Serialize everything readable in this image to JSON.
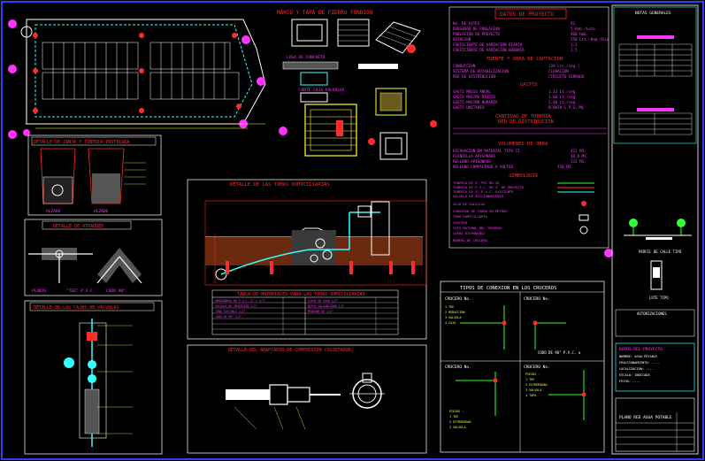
{
  "colors": {
    "background": "#000000",
    "frame": "#2f3cff",
    "title_red": "#ff2a2a",
    "magenta": "#ff33ff",
    "green": "#33ff33",
    "cyan": "#33ffff",
    "yellow": "#ffff33",
    "white": "#ffffff",
    "brown": "#8b3a14"
  },
  "titles": {
    "marco_tapa": "MARCO Y TAPA DE FIERRO FUNDIDO",
    "datos_proyecto": "DATOS DE PROYECTO",
    "fuente_captacion": "FUENTE Y OBRA DE CAPTACION",
    "gastos": "GASTOS",
    "cantidad_tuberia": "CANTIDAD DE TUBERIA",
    "red_distribucion": "RED DE DISTRIBUCION",
    "volumenes_obra": "VOLUMENES DE OBRA",
    "simbologia": "SIMBOLOGIA",
    "zanja": "DETALLE DE ZANJA Y TUBERIA INSTALADA",
    "atraques": "DETALLE DE ATRAQUES",
    "cajas_valvulas": "DETALLE DE LAS CAJAS DE VALVULAS",
    "tomas_domiciliarias": "DETALLE DE LAS TOMAS DOMICILIARIAS",
    "tabla_materiales": "TABLA DE MATERIALES PARA LAS TOMAS DOMICILIARIAS",
    "adaptador": "DETALLE DEL ADAPTADOR DE COMPRESION (SUJETADOR)",
    "tipos_conexion": "TIPOS DE CONEXION EN LOS CRUCEROS",
    "notas_generales": "NOTAS GENERALES",
    "datos_del_proyecto": "DATOS DEL PROYECTO",
    "plano": "PLANO RED AGUA POTABLE",
    "corte_caja": "CORTE CAJA VALVULAS",
    "losa_concreto": "LOSA DE CONCRETO",
    "perfil_calle": "PERFIL DE CALLE TIPO",
    "lote_tipo": "LOTE TIPO",
    "autorizaciones": "AUTORIZACIONES"
  },
  "labels": {
    "alzado_left": "ALZADO",
    "alzado_right": "ALZADO",
    "planta": "PLANTA",
    "tee": "\"TEE\" P.V.C.",
    "codo": "CODO 90°",
    "crucero_1": "CRUCERO No.",
    "crucero_2": "CRUCERO No.",
    "crucero_3": "CRUCERO No.",
    "crucero_4": "CRUCERO No.",
    "codo_pvc": "CODO DE 90° P.V.C. a"
  },
  "datos_rows": [
    {
      "k": "No. DE LOTES",
      "v": "92"
    },
    {
      "k": "DENSIDAD DE POBLACION",
      "v": "5 Hab./Lote"
    },
    {
      "k": "POBLACION DE PROYECTO",
      "v": "460 Hab."
    },
    {
      "k": "DOTACION",
      "v": "250 Lts./Hab./Dia"
    },
    {
      "k": "COEFICIENTE DE VARIACION DIARIA",
      "v": "1.2"
    },
    {
      "k": "COEFICIENTE DE VARIACION HORARIA",
      "v": "1.5"
    }
  ],
  "fuente_rows": [
    {
      "k": "CONDUCCION",
      "v": "(20 Lts./seg.)"
    },
    {
      "k": "SISTEMA DE POTABILIZACION",
      "v": "CLORACION"
    },
    {
      "k": "RED DE DISTRIBUCION",
      "v": "CIRCUITO CERRADO"
    }
  ],
  "gastos_rows": [
    {
      "k": "GASTO MEDIO ANUAL",
      "v": "1.33 Lt./seg."
    },
    {
      "k": "GASTO MAXIMO DIARIO",
      "v": "1.60 Lt./seg."
    },
    {
      "k": "GASTO MAXIMO HORARIO",
      "v": "2.40 Lt./seg."
    },
    {
      "k": "GASTO UNITARIO",
      "v": "0.0078 L.P.S./ML"
    }
  ],
  "volumenes_rows": [
    {
      "k": "EXCAVACION EN MATERIAL TIPO II",
      "v": "421 M3."
    },
    {
      "k": "PLANTILLA APISONADA",
      "v": "46.8 M3."
    },
    {
      "k": "RELLENO APISONADO",
      "v": "131 M3."
    },
    {
      "k": "RELLENO COMPACTADO A VOLTEO",
      "v": "158 M3."
    }
  ],
  "simbologia_rows": [
    "TUBERIA DE 2\" PVC RD-26",
    "TUBERIA DE P.V.C. DE 3\" DE PROYECTO",
    "TUBERIA DE 4\" P.V.C. EXISTENTE",
    "VALVULA DE SECCIONAMIENTO",
    "CAJA DE VALVULAS",
    "LONGITUD DE TRAMO EN METROS",
    "TOMA DOMICILIARIA",
    "CRUCERO",
    "COTA NATURAL DEL TERRENO",
    "CARGA DISPONIBLE",
    "NUMERO DE CRUCERO"
  ],
  "tabla_materiales_rows": [
    "ABRAZADERA DE P.V.C. 3\" x 1/2\"",
    "VALVULA DE INSERCION 1/2\"",
    "TUBO FLEXIBLE 1/2\"",
    "CODO DE 90° 1/2\"",
    "LLAVE DE PASO 1/2\"",
    "NIPLE GALVANIZADO 1/2\"",
    "MEDIDOR DE 1/2\""
  ],
  "proyecto_fields": [
    "NOMBRE: AGUA POTABLE",
    "FRACCIONAMIENTO: ----",
    "LOCALIZACION: ----",
    "ESCALA: INDICADA",
    "FECHA: ----"
  ]
}
